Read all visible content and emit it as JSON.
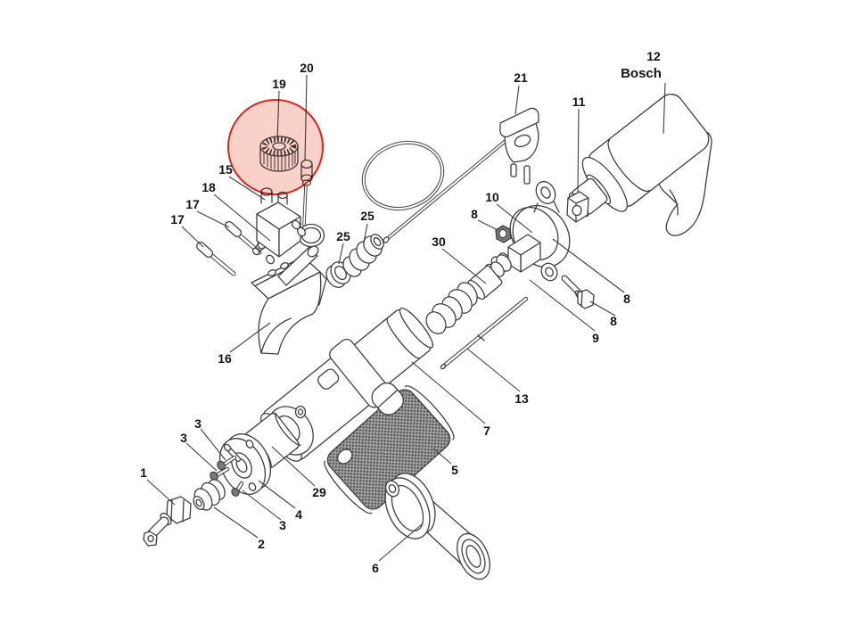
{
  "diagram": {
    "description_type": "exploded-parts-diagram",
    "brand_label": "Bosch",
    "line_color": "#3f3f3f",
    "background_color": "#ffffff",
    "highlight_circle": {
      "highlighted_part": "19",
      "stroke_color": "#d9251c",
      "fill_color": "#f0917f"
    },
    "callouts": {
      "part1": "1",
      "part2": "2",
      "part3a": "3",
      "part3b": "3",
      "part3c": "3",
      "part4": "4",
      "part5": "5",
      "part6": "6",
      "part7": "7",
      "part8a": "8",
      "part8b": "8",
      "part8c": "8",
      "part9": "9",
      "part10": "10",
      "part11": "11",
      "part12": "12",
      "part13": "13",
      "part15": "15",
      "part16": "16",
      "part17a": "17",
      "part17b": "17",
      "part18": "18",
      "part19": "19",
      "part20": "20",
      "part21": "21",
      "part25a": "25",
      "part25b": "25",
      "part29": "29",
      "part30": "30"
    }
  }
}
